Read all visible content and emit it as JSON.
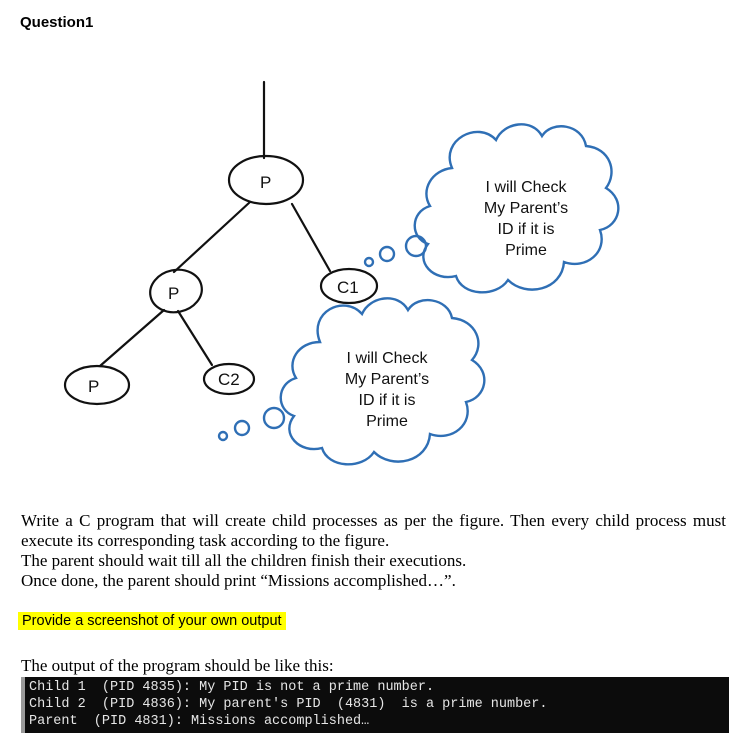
{
  "question": {
    "title": "Question1"
  },
  "tree": {
    "nodes": [
      {
        "id": "root",
        "label": "P"
      },
      {
        "id": "left",
        "label": "P"
      },
      {
        "id": "c1",
        "label": "C1"
      },
      {
        "id": "leftleft",
        "label": "P"
      },
      {
        "id": "c2",
        "label": "C2"
      }
    ]
  },
  "clouds": [
    {
      "lines": [
        "I will Check",
        "My Parent’s",
        "ID if it is",
        "Prime"
      ]
    },
    {
      "lines": [
        "I will Check",
        "My Parent’s",
        "ID if it is",
        "Prime"
      ]
    }
  ],
  "instructions": {
    "paragraph": "Write a C program that will create child processes as per the figure.  Then every child process must execute its corresponding task according to the figure.",
    "line2": "The parent should wait till all the children finish their executions.",
    "line3": "Once done, the parent should print “Missions accomplished…”.",
    "highlight": "Provide a screenshot of your own output",
    "output_intro": "The output of the program should be like this:"
  },
  "terminal": {
    "lines": [
      "Child 1  (PID 4835): My PID is not a prime number.",
      "Child 2  (PID 4836): My parent's PID  (4831)  is a prime number.",
      "Parent  (PID 4831): Missions accomplished…"
    ]
  }
}
